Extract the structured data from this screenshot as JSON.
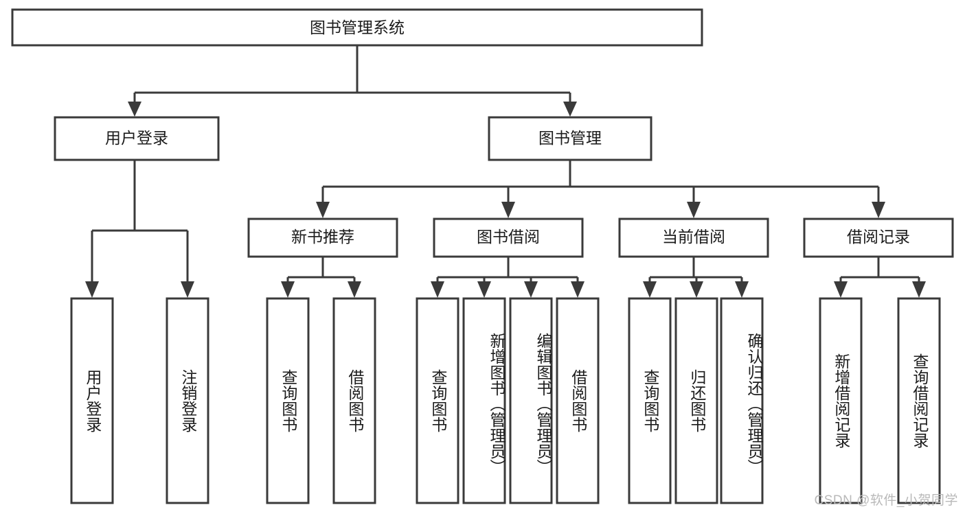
{
  "diagram": {
    "title": "图书管理系统",
    "type": "tree-hierarchy-chart",
    "watermark": "CSDN @软件_小贺同学",
    "colors": {
      "box_fill": "#ffffff",
      "box_stroke": "#3a3a3a",
      "text": "#1b1b1b",
      "watermark": "#b9b9b9",
      "background": "#ffffff"
    },
    "root": {
      "label": "图书管理系统"
    },
    "level2": [
      {
        "label": "用户登录"
      },
      {
        "label": "图书管理"
      }
    ],
    "level3": [
      {
        "label": "新书推荐"
      },
      {
        "label": "图书借阅"
      },
      {
        "label": "当前借阅"
      },
      {
        "label": "借阅记录"
      }
    ],
    "leaves": {
      "user_login": [
        {
          "label": "用户登录"
        },
        {
          "label": "注销登录"
        }
      ],
      "new_book_recommend": [
        {
          "label": "查询图书"
        },
        {
          "label": "借阅图书"
        }
      ],
      "book_borrow": [
        {
          "label": "查询图书"
        },
        {
          "label": "新增图书（管理员）"
        },
        {
          "label": "编辑图书（管理员）"
        },
        {
          "label": "借阅图书"
        }
      ],
      "current_borrow": [
        {
          "label": "查询图书"
        },
        {
          "label": "归还图书"
        },
        {
          "label": "确认归还（管理员）"
        }
      ],
      "borrow_record": [
        {
          "label": "新增借阅记录"
        },
        {
          "label": "查询借阅记录"
        }
      ]
    }
  }
}
